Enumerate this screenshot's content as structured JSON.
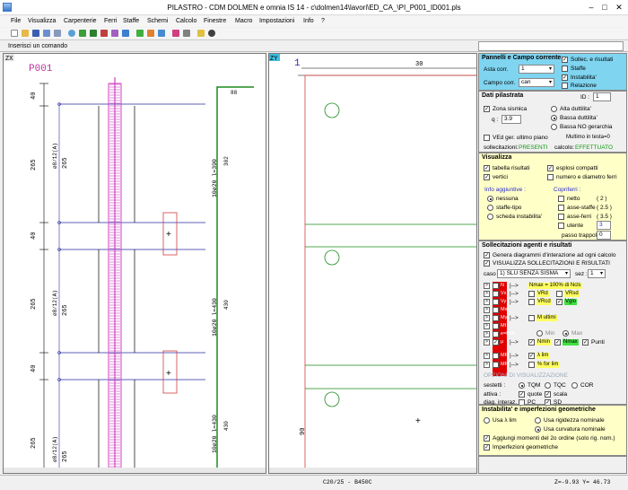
{
  "window": {
    "title": "PILASTRO - CDM DOLMEN e omnia IS 14 - c\\dolmen14\\lavori\\ED_CA_\\PI_P001_ID001.pls"
  },
  "menu": {
    "items": [
      "File",
      "Visualizza",
      "Carpenterie",
      "Ferri",
      "Staffe",
      "Schemi",
      "Calcolo",
      "Finestre",
      "Macro",
      "Impostazioni",
      "Info",
      "?"
    ]
  },
  "command": {
    "label": "Inserisci un comando",
    "value": ""
  },
  "left_view": {
    "label": "ZX",
    "title": "P001",
    "dims": [
      "40",
      "265",
      "40",
      "265",
      "40",
      "265"
    ],
    "stirrup_labels": [
      "ø8/12(A)",
      "ø8/12(A)",
      "ø8/12(A)"
    ],
    "bar_labels": [
      "10ø20 l=390",
      "10ø20 l=430",
      "10ø20 l=430"
    ],
    "bar_dims": [
      "302",
      "430",
      "430"
    ],
    "top_dim": "88"
  },
  "right_view": {
    "label": "ZY",
    "top_left": "1",
    "top_dim": "30",
    "side_dim": "90"
  },
  "panel": {
    "pannelli": {
      "title": "Pannelli e Campo corrente",
      "asta_label": "Asta corr.",
      "asta_value": "1",
      "campo_label": "Campo corr.",
      "campo_value": "can",
      "checks": [
        {
          "label": "Sollec. e risultati",
          "checked": true
        },
        {
          "label": "Staffe",
          "checked": false
        },
        {
          "label": "Instabilita'",
          "checked": true
        },
        {
          "label": "Relazione",
          "checked": false
        }
      ]
    },
    "dati": {
      "title": "Dati pilastrata",
      "id_label": "ID :",
      "id_value": "1",
      "zona_label": "Zona sismica",
      "q_label": "q :",
      "q_value": "3.9",
      "duttilita": [
        "Alta duttilita'",
        "Bassa duttilita'",
        "Bassa NO gerarchia"
      ],
      "ved_label": "VEd ger. ultimo piano",
      "multimo": "Multimo in testa=0",
      "sollecitazioni_label": "sollecitazioni:",
      "sollecitazioni_value": "PRESENTI",
      "calcolo_label": "calcolo:",
      "calcolo_value": "EFFETTUATO"
    },
    "visualizza": {
      "title": "Visualizza",
      "checks": [
        "tabella risultati",
        "vertici",
        "esplosi compatti",
        "numero e diametro ferri"
      ],
      "info_title": "Info aggiuntive :",
      "info_options": [
        "nessuna",
        "staffe-tipo",
        "scheda instabilita'"
      ],
      "copriferri_title": "Copriferri :",
      "copriferri": [
        {
          "label": "netto",
          "value": "( 2 )"
        },
        {
          "label": "asse-staffe",
          "value": "( 2.5 )"
        },
        {
          "label": "asse-ferri",
          "value": "( 3.5 )"
        },
        {
          "label": "utente",
          "value": "3"
        }
      ],
      "passo_label": "passo trappola",
      "passo_value": "0"
    },
    "sollecitazioni": {
      "title": "Sollecitazioni agenti e risultati",
      "checks": [
        "Genera diagrammi d'interazione ad ogni calcolo",
        "VISUALIZZA SOLLECITAZIONI E RISULTATI"
      ],
      "caso_label": "caso :",
      "caso_value": "1) SLU SENZA SISMA",
      "sez_label": "sez :",
      "sez_value": "1",
      "rows": [
        "N",
        "Vx",
        "Vy",
        "Mx",
        "My",
        "Mt",
        "e=M/N",
        "μ",
        "MRd",
        "MRd"
      ],
      "nmax_label": "Nmax = 100% di Ncls",
      "vrd_labels": [
        "VRd",
        "VRsd",
        "VRcd",
        "Vglo"
      ],
      "multimi_label": "M ultimi",
      "min_label": "Min",
      "max_label": "Max",
      "nmin_label": "Nmin",
      "nmax2_label": "Nmax",
      "punti_label": "Punti",
      "lim_label": "λ lim",
      "flim_label": "% for lim"
    },
    "opzioni": {
      "title": "OPZIONI DI VISUALIZZAZIONE",
      "sestetti_label": "sestetti :",
      "sestetti_options": [
        "TQM",
        "TQC",
        "COR"
      ],
      "attiva_label": "attiva :",
      "attiva_checks": [
        "quote",
        "scala"
      ],
      "diag_label": "diag. interaz. :",
      "diag_checks": [
        "PC",
        "SD"
      ]
    },
    "instabilita": {
      "title": "Instabilita' e imperfezioni geometriche",
      "usa_lim": "Usa λ lim",
      "usa_rigidezza": "Usa rigidezza nominale",
      "usa_curvatura": "Usa curvatura nominale",
      "momenti": "Aggiungi momenti del 2o ordine (solo rig. nom.)",
      "imperfezioni": "Imperfezioni geometriche"
    }
  },
  "status": {
    "center": "C20/25 - B450C",
    "right": "Z=-9.93 Y= 46.73"
  }
}
